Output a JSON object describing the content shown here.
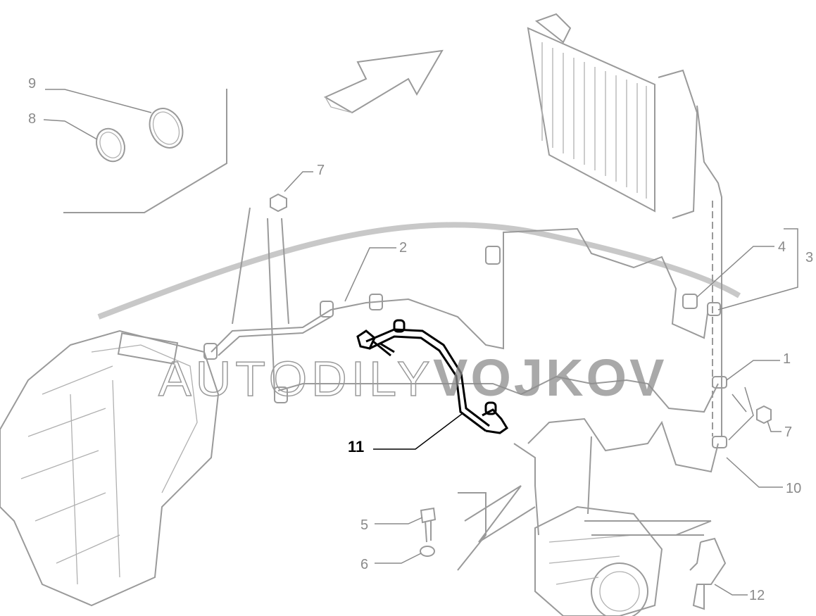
{
  "diagram": {
    "callouts": {
      "c9": "9",
      "c8": "8",
      "c7a": "7",
      "c2": "2",
      "c4": "4",
      "c3": "3",
      "c1": "1",
      "c7b": "7",
      "c10": "10",
      "c11": "11",
      "c5": "5",
      "c6": "6",
      "c12": "12"
    },
    "highlighted_part": "11",
    "watermark": {
      "part1": "AUTODILY",
      "part2": "VOJKOV"
    },
    "colors": {
      "linework": "#9a9a9a",
      "highlight": "#000000"
    }
  }
}
